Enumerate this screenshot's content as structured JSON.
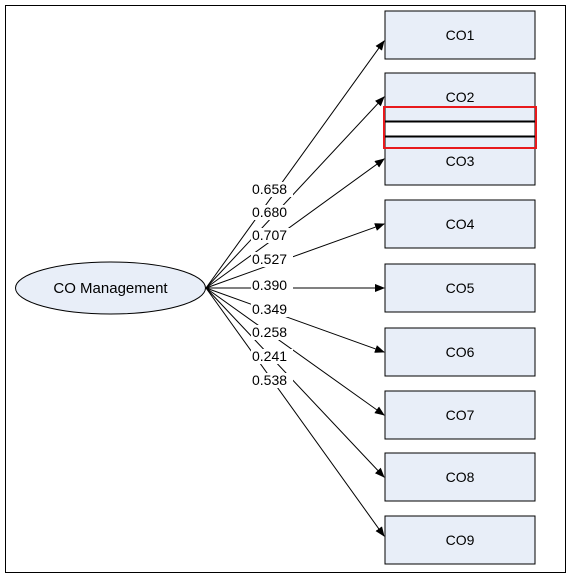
{
  "diagram": {
    "source": {
      "label": "CO Management"
    },
    "targets": [
      {
        "id": "CO1",
        "label": "CO1"
      },
      {
        "id": "CO2",
        "label": "CO2"
      },
      {
        "id": "CO3",
        "label": "CO3"
      },
      {
        "id": "CO4",
        "label": "CO4"
      },
      {
        "id": "CO5",
        "label": "CO5"
      },
      {
        "id": "CO6",
        "label": "CO6"
      },
      {
        "id": "CO7",
        "label": "CO7"
      },
      {
        "id": "CO8",
        "label": "CO8"
      },
      {
        "id": "CO9",
        "label": "CO9"
      }
    ],
    "paths": [
      {
        "from": "CO Management",
        "to": "CO1",
        "coefficient": "0.658"
      },
      {
        "from": "CO Management",
        "to": "CO2",
        "coefficient": "0.680"
      },
      {
        "from": "CO Management",
        "to": "CO3",
        "coefficient": "0.707"
      },
      {
        "from": "CO Management",
        "to": "CO4",
        "coefficient": "0.527"
      },
      {
        "from": "CO Management",
        "to": "CO5",
        "coefficient": "0.390"
      },
      {
        "from": "CO Management",
        "to": "CO6",
        "coefficient": "0.349"
      },
      {
        "from": "CO Management",
        "to": "CO7",
        "coefficient": "0.258"
      },
      {
        "from": "CO Management",
        "to": "CO8",
        "coefficient": "0.241"
      },
      {
        "from": "CO Management",
        "to": "CO9",
        "coefficient": "0.538"
      }
    ],
    "colors": {
      "box_fill": "#e8eef8",
      "highlight": "#e8191c",
      "line": "#000000"
    }
  }
}
